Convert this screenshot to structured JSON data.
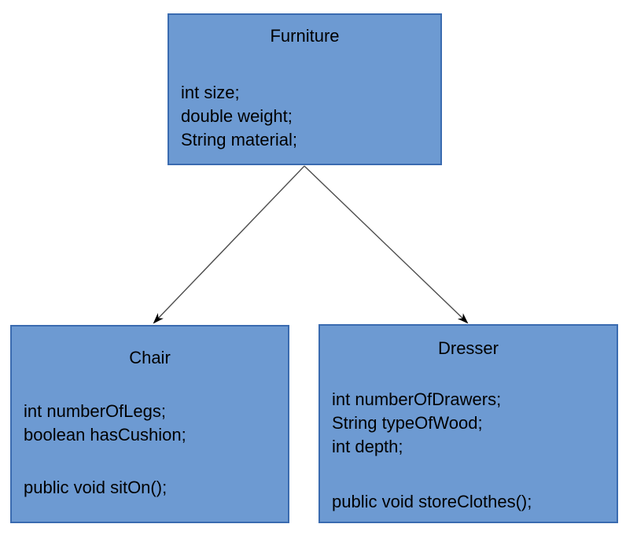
{
  "page": {
    "background": "#ffffff"
  },
  "diagram": {
    "type": "class-inheritance",
    "colors": {
      "box_fill": "#6d9ad2",
      "box_border": "#3a6bb0",
      "arrow_line": "#4d4d4d",
      "arrow_head": "#000000",
      "text": "#000000"
    },
    "classes": [
      {
        "name": "Furniture",
        "attributes": [
          "int size;",
          "double weight;",
          "String material;"
        ],
        "methods": []
      },
      {
        "name": "Chair",
        "attributes": [
          "int numberOfLegs;",
          "boolean hasCushion;"
        ],
        "methods": [
          "public void sitOn();"
        ]
      },
      {
        "name": "Dresser",
        "attributes": [
          "int numberOfDrawers;",
          "String typeOfWood;",
          "int depth;"
        ],
        "methods": [
          "public void storeClothes();"
        ]
      }
    ],
    "relationships": [
      {
        "from": "Furniture",
        "to": "Chair",
        "style": "solid-arrow"
      },
      {
        "from": "Furniture",
        "to": "Dresser",
        "style": "solid-arrow"
      }
    ]
  }
}
